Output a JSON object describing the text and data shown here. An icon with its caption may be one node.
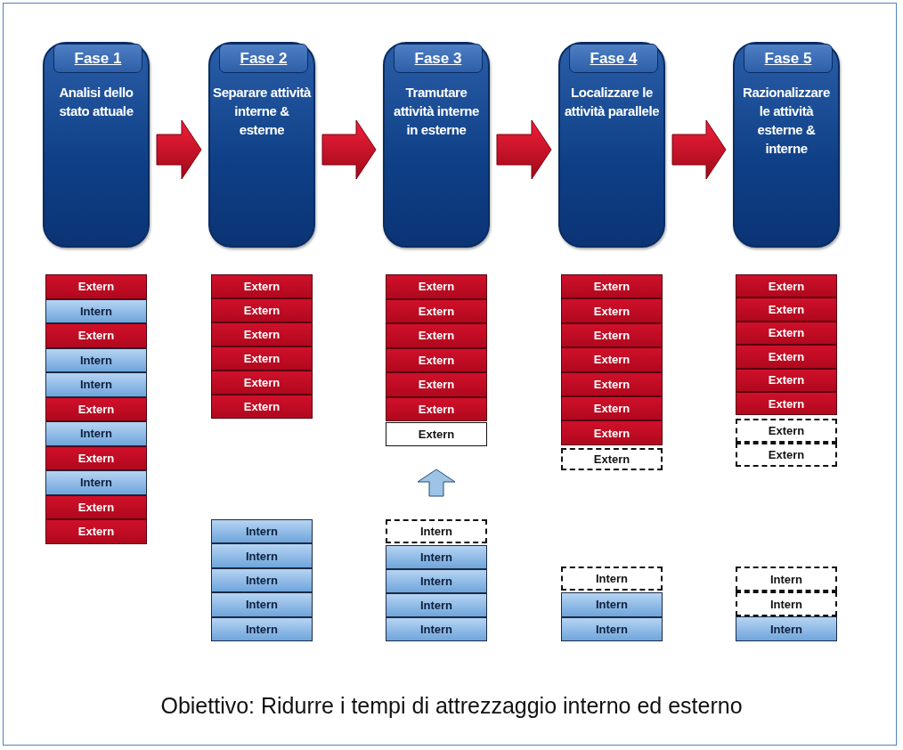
{
  "diagram": {
    "caption": "Obiettivo: Ridurre i tempi di attrezzaggio interno ed esterno",
    "nodes": [
      {
        "text": [
          "Fase 1",
          "Analisi dello stato attuale"
        ]
      },
      {
        "text": [
          "Fase 2",
          "Separare attività interne & esterne"
        ]
      },
      {
        "text": [
          "Fase 3",
          "Tramutare attività interne in esterne"
        ]
      },
      {
        "text": [
          "Fase 4",
          "Localizzare le attività parallele"
        ]
      },
      {
        "text": [
          "Fase 5",
          "Razionalizzare le attività esterne & interne"
        ]
      },
      {
        "text": [
          "Extern"
        ]
      },
      {
        "text": [
          "Intern"
        ]
      },
      {
        "text": [
          "Extern"
        ]
      },
      {
        "text": [
          "Intern"
        ]
      },
      {
        "text": [
          "Intern"
        ]
      },
      {
        "text": [
          "Extern"
        ]
      },
      {
        "text": [
          "Intern"
        ]
      },
      {
        "text": [
          "Extern"
        ]
      },
      {
        "text": [
          "Intern"
        ]
      },
      {
        "text": [
          "Extern"
        ]
      },
      {
        "text": [
          "Extern"
        ]
      },
      {
        "text": [
          "Extern"
        ]
      },
      {
        "text": [
          "Extern"
        ]
      },
      {
        "text": [
          "Extern"
        ]
      },
      {
        "text": [
          "Extern"
        ]
      },
      {
        "text": [
          "Extern"
        ]
      },
      {
        "text": [
          "Extern"
        ]
      },
      {
        "text": [
          "Intern"
        ]
      },
      {
        "text": [
          "Intern"
        ]
      },
      {
        "text": [
          "Intern"
        ]
      },
      {
        "text": [
          "Intern"
        ]
      },
      {
        "text": [
          "Intern"
        ]
      },
      {
        "text": [
          "Extern"
        ]
      },
      {
        "text": [
          "Extern"
        ]
      },
      {
        "text": [
          "Extern"
        ]
      },
      {
        "text": [
          "Extern"
        ]
      },
      {
        "text": [
          "Extern"
        ]
      },
      {
        "text": [
          "Extern"
        ]
      },
      {
        "text": [
          "Extern"
        ]
      },
      {
        "text": [
          "Intern"
        ]
      },
      {
        "text": [
          "Intern"
        ]
      },
      {
        "text": [
          "Intern"
        ]
      },
      {
        "text": [
          "Intern"
        ]
      },
      {
        "text": [
          "Intern"
        ]
      },
      {
        "text": [
          "Extern"
        ]
      },
      {
        "text": [
          "Extern"
        ]
      },
      {
        "text": [
          "Extern"
        ]
      },
      {
        "text": [
          "Extern"
        ]
      },
      {
        "text": [
          "Extern"
        ]
      },
      {
        "text": [
          "Extern"
        ]
      },
      {
        "text": [
          "Extern"
        ]
      },
      {
        "text": [
          "Extern"
        ]
      },
      {
        "text": [
          "Intern"
        ]
      },
      {
        "text": [
          "Intern"
        ]
      },
      {
        "text": [
          "Intern"
        ]
      },
      {
        "text": [
          "Extern"
        ]
      },
      {
        "text": [
          "Extern"
        ]
      },
      {
        "text": [
          "Extern"
        ]
      },
      {
        "text": [
          "Extern"
        ]
      },
      {
        "text": [
          "Extern"
        ]
      },
      {
        "text": [
          "Extern"
        ]
      },
      {
        "text": [
          "Extern"
        ]
      },
      {
        "text": [
          "Extern"
        ]
      },
      {
        "text": [
          "Intern"
        ]
      },
      {
        "text": [
          "Intern"
        ]
      },
      {
        "text": [
          "Intern"
        ]
      }
    ],
    "edges": [
      {
        "from": 0,
        "to": 1,
        "arrow": "to"
      },
      {
        "from": 1,
        "to": 2,
        "arrow": "to"
      },
      {
        "from": 2,
        "to": 3,
        "arrow": "to"
      },
      {
        "from": 3,
        "to": 4,
        "arrow": "to"
      },
      {
        "from": 34,
        "to": 33,
        "arrow": "to",
        "color": "#9dc3e6"
      }
    ]
  }
}
